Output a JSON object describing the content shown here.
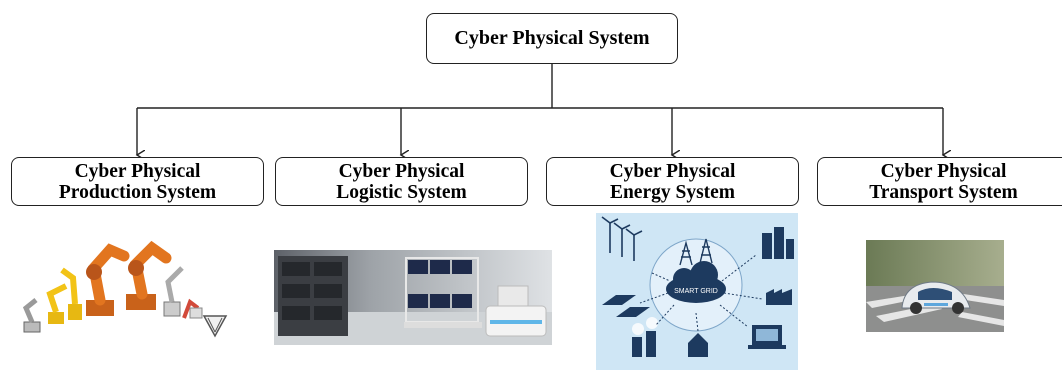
{
  "root": {
    "label": "Cyber Physical System"
  },
  "children": [
    {
      "line1": "Cyber Physical",
      "line2": "Production System"
    },
    {
      "line1": "Cyber Physical",
      "line2": "Logistic System"
    },
    {
      "line1": "Cyber Physical",
      "line2": "Energy System"
    },
    {
      "line1": "Cyber Physical",
      "line2": "Transport System"
    }
  ],
  "images": {
    "energy_center_label": "SMART GRID"
  },
  "colors": {
    "line": "#222222",
    "energy_bg": "#cfe6f5",
    "robot_orange": "#e2751f",
    "robot_yellow": "#f2c317"
  }
}
